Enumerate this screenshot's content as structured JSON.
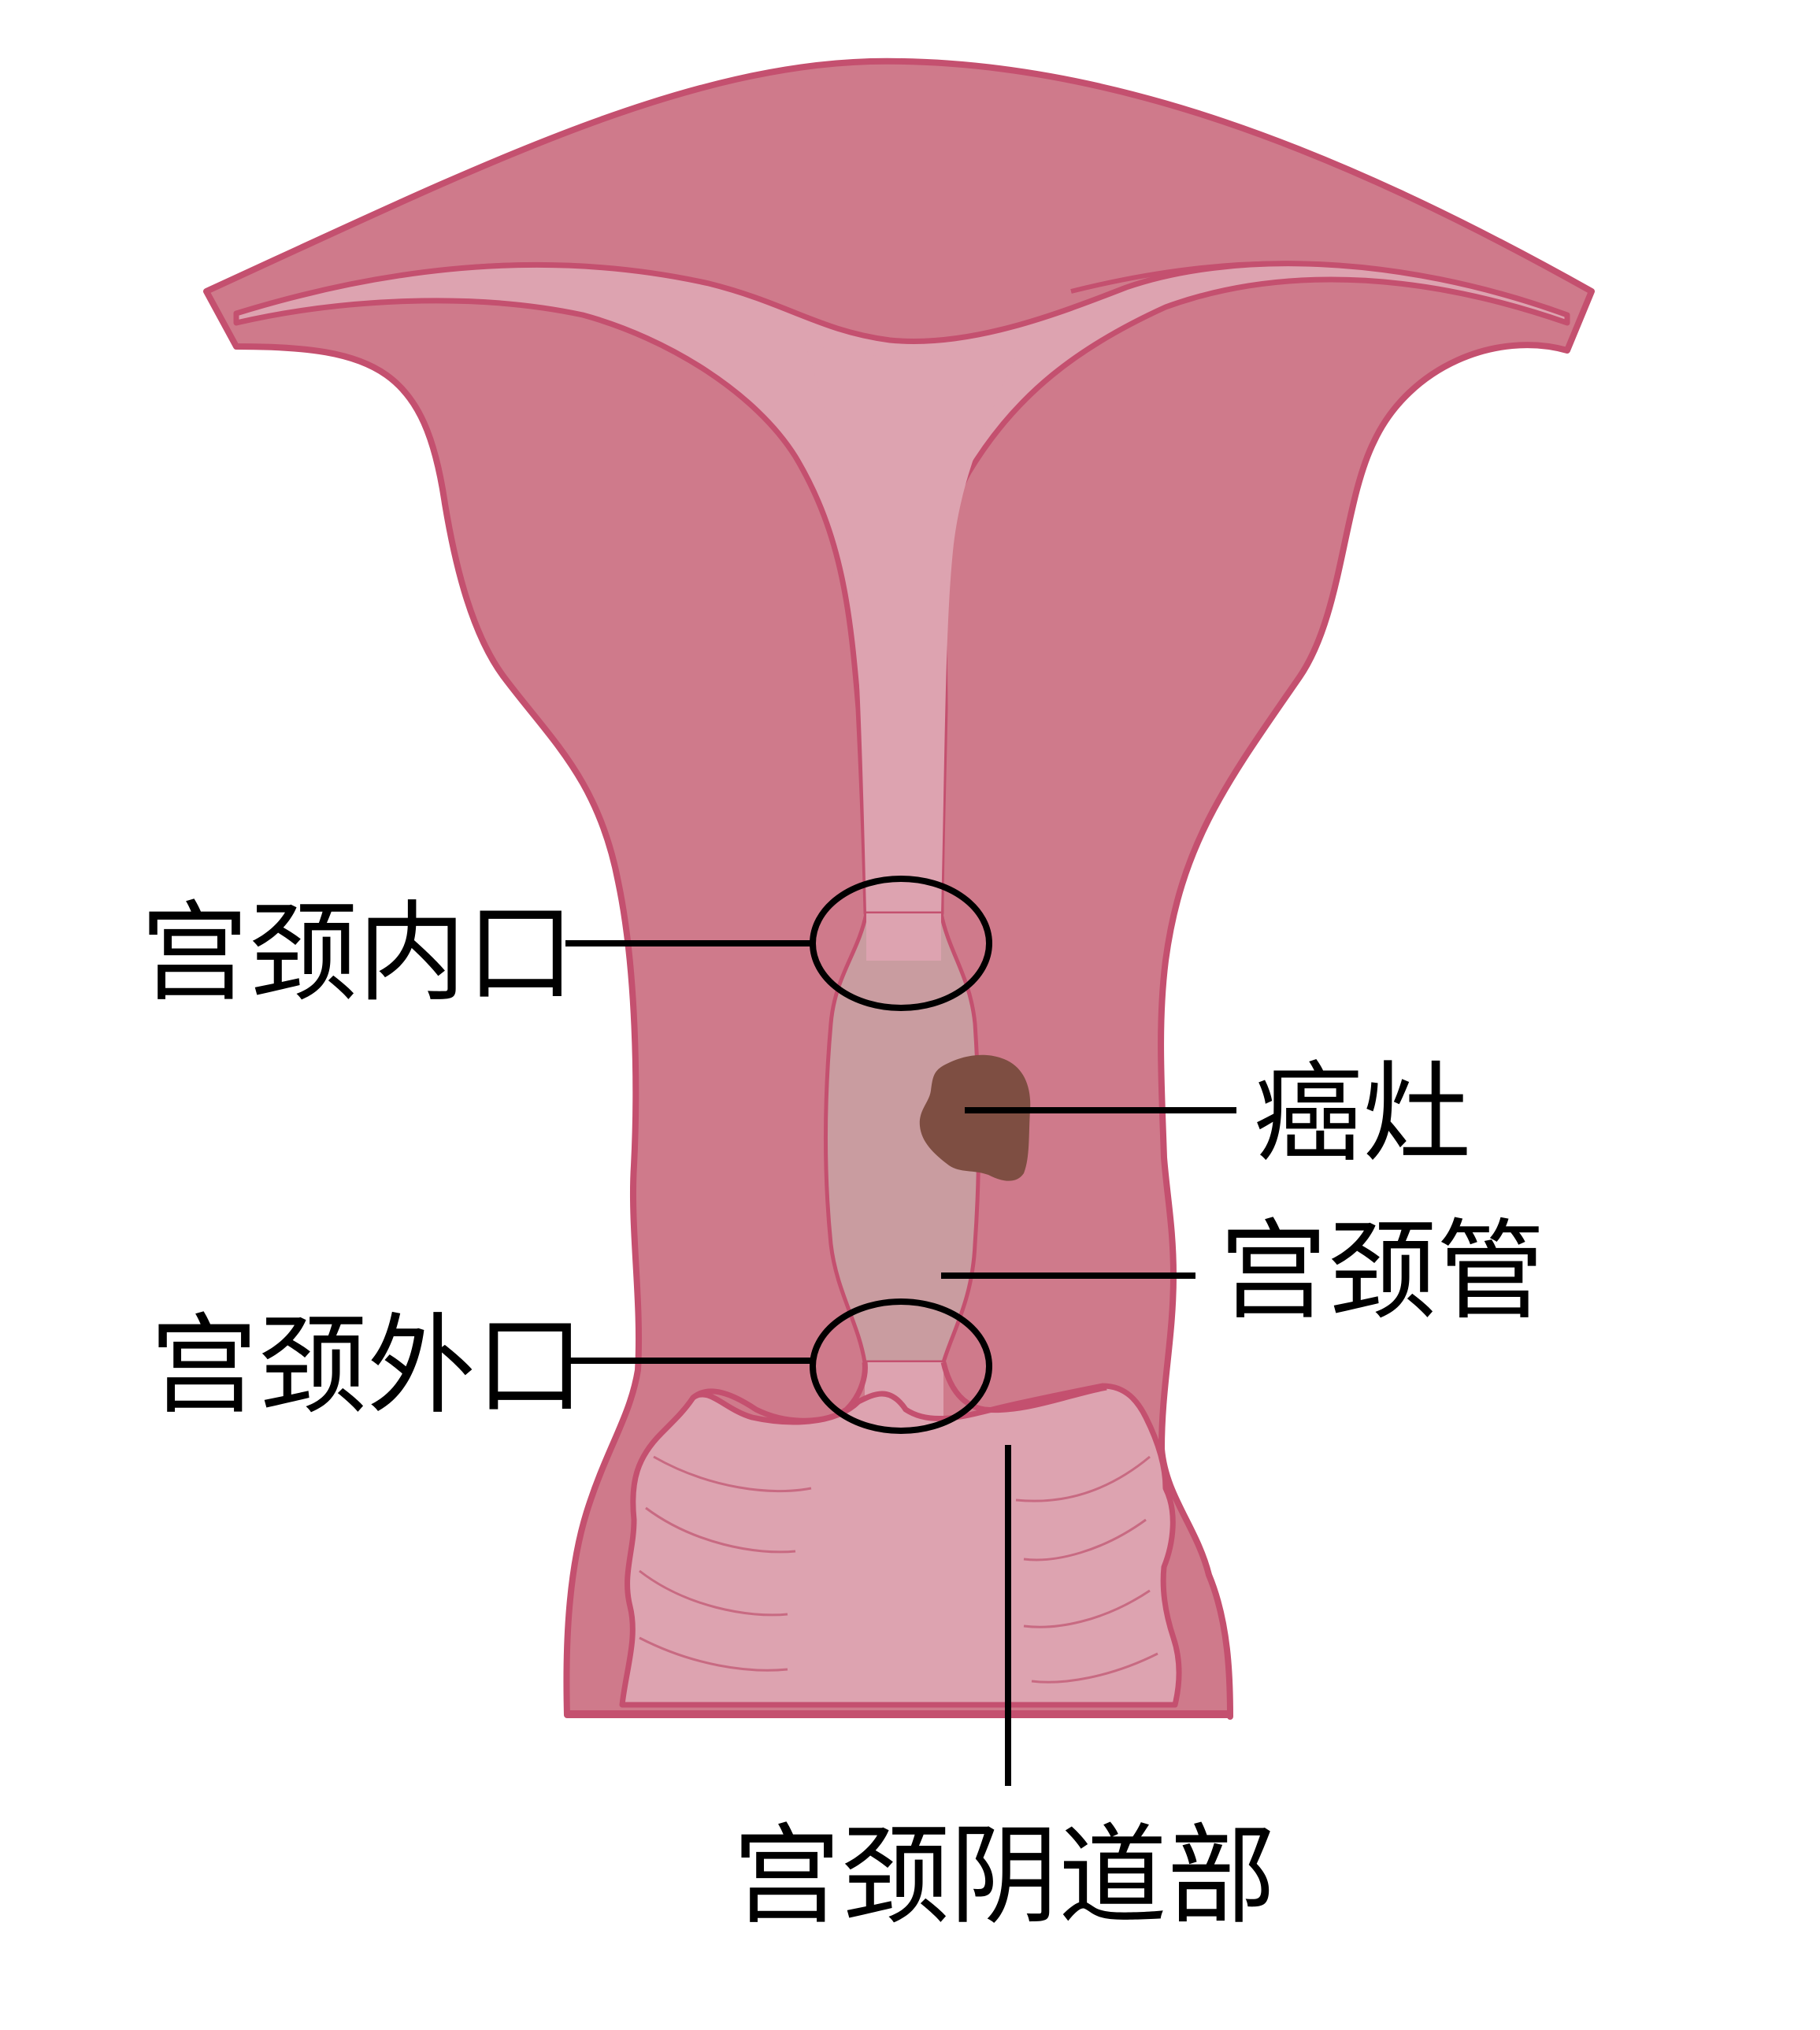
{
  "labels": {
    "internal_os": "宫颈内口",
    "lesion": "癌灶",
    "cervical_canal": "宫颈管",
    "external_os": "宫颈外口",
    "vaginal_portion": "宫颈阴道部"
  },
  "colors": {
    "uterus_wall": "#CF7A8B",
    "uterus_outline": "#C4506F",
    "cavity": "#DDA3B0",
    "canal_highlight": "#C99CA0",
    "lesion": "#7E4E42",
    "leader_lines": "#000000"
  }
}
